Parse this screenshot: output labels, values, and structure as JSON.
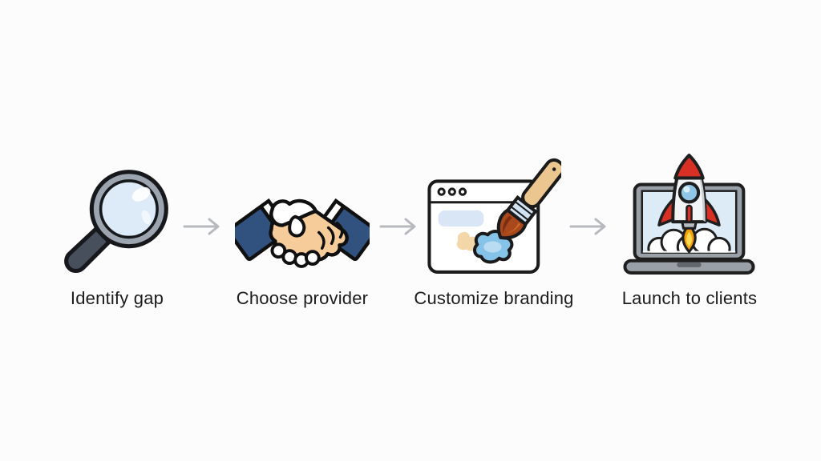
{
  "flow": {
    "steps": [
      {
        "label": "Identify gap",
        "icon": "magnifier-icon"
      },
      {
        "label": "Choose provider",
        "icon": "handshake-icon"
      },
      {
        "label": "Customize branding",
        "icon": "browser-paintbrush-icon"
      },
      {
        "label": "Launch to clients",
        "icon": "laptop-rocket-icon"
      }
    ],
    "arrow_icon": "right-arrow-icon",
    "colors": {
      "background": "#fcfcfc",
      "label_text": "#1c1c1e",
      "arrow": "#b6b9bd",
      "outline": "#151515",
      "navy_sleeve": "#31517f",
      "skin_tan": "#f6cd9a",
      "lens_blue": "#dcebf7",
      "rim_gray": "#9ca4b0",
      "handle_dark": "#474e5c",
      "brush_handle_tan": "#ebc68f",
      "ferrule_blue": "#cfe3f3",
      "bristle_brown": "#a9481c",
      "paint_blue": "#85c3e8",
      "rocket_red": "#d93025",
      "rocket_body": "#f2f4f6",
      "flame_orange": "#f59e0b",
      "flame_yellow": "#ffd84d",
      "laptop_gray": "#9aa0a8",
      "screen_blue": "#dcebf6"
    }
  }
}
